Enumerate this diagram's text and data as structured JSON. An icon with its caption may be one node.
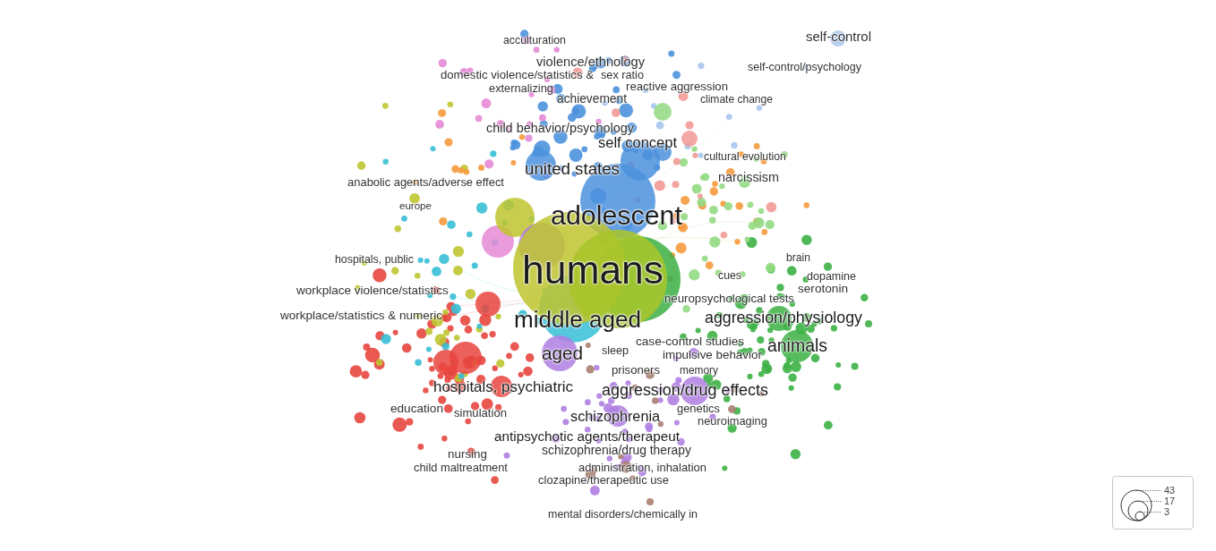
{
  "diagram": {
    "labels": [
      "self-control",
      "acculturation",
      "violence/ethnology",
      "self-control/psychology",
      "domestic violence/statistics &",
      "sex ratio",
      "reactive aggression",
      "externalizing",
      "achievement",
      "climate change",
      "child behavior/psychology",
      "self concept",
      "cultural evolution",
      "united states",
      "narcissism",
      "anabolic agents/adverse effect",
      "europe",
      "adolescent",
      "brain",
      "hospitals, public",
      "humans",
      "cues",
      "dopamine",
      "serotonin",
      "workplace violence/statistics",
      "neuropsychological tests",
      "workplace/statistics & numeric",
      "aggression/physiology",
      "middle aged",
      "case-control studies",
      "animals",
      "sleep",
      "aged",
      "impulsive behavior",
      "prisoners",
      "memory",
      "hospitals, psychiatric",
      "aggression/drug effects",
      "education",
      "genetics",
      "simulation",
      "schizophrenia",
      "neuroimaging",
      "antipsychotic agents/therapeut",
      "schizophrenia/drug therapy",
      "nursing",
      "child maltreatment",
      "administration, inhalation",
      "clozapine/therapeutic use",
      "mental disorders/chemically in"
    ],
    "legend": [
      {
        "text": "43"
      },
      {
        "text": "17"
      },
      {
        "text": "3"
      }
    ]
  }
}
